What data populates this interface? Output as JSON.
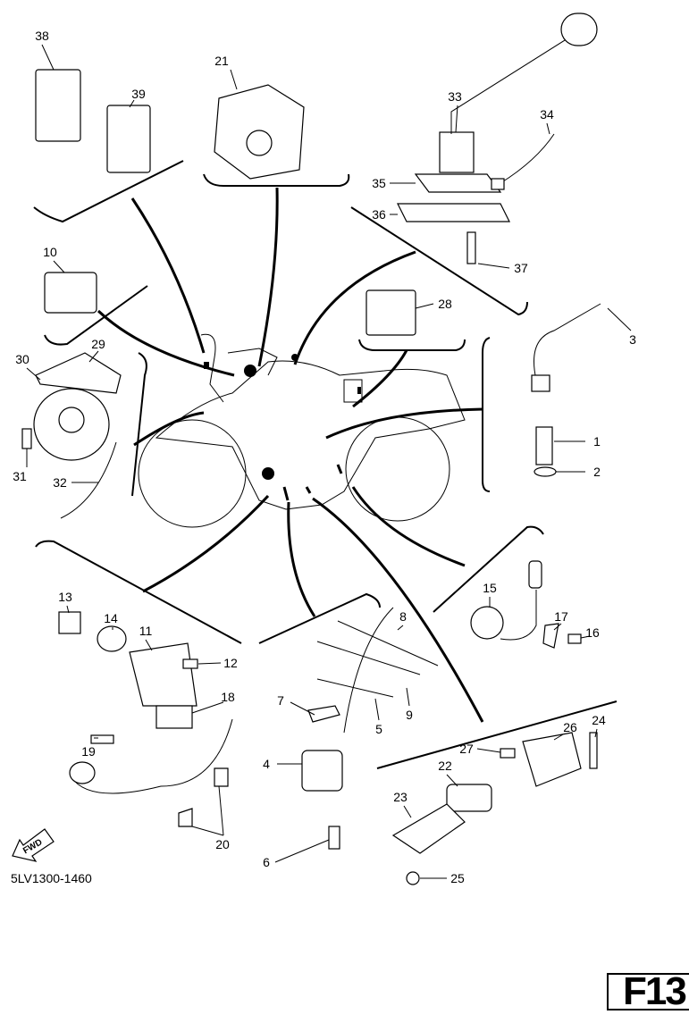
{
  "callouts": [
    "38",
    "39",
    "21",
    "33",
    "34",
    "35",
    "36",
    "37",
    "10",
    "28",
    "29",
    "30",
    "3",
    "31",
    "32",
    "1",
    "2",
    "15",
    "17",
    "16",
    "13",
    "14",
    "11",
    "12",
    "18",
    "19",
    "8",
    "9",
    "7",
    "5",
    "4",
    "6",
    "24",
    "27",
    "26",
    "22",
    "23",
    "20",
    "25"
  ],
  "fwd_label": "FWD",
  "drawing_code": "5LV1300-1460",
  "page_label": "F13"
}
